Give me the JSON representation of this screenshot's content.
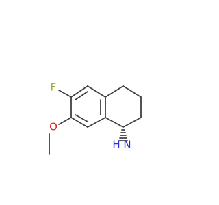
{
  "diagram": {
    "colors": {
      "bond": "#404040",
      "fluorine": "#90b030",
      "oxygen": "#e02020",
      "nitrogen": "#2030e0",
      "hydrogen": "#2030e0"
    },
    "atoms": {
      "fluorine": "F",
      "oxygen": "O",
      "nitrogen": "N",
      "hydrogen": "H"
    }
  }
}
